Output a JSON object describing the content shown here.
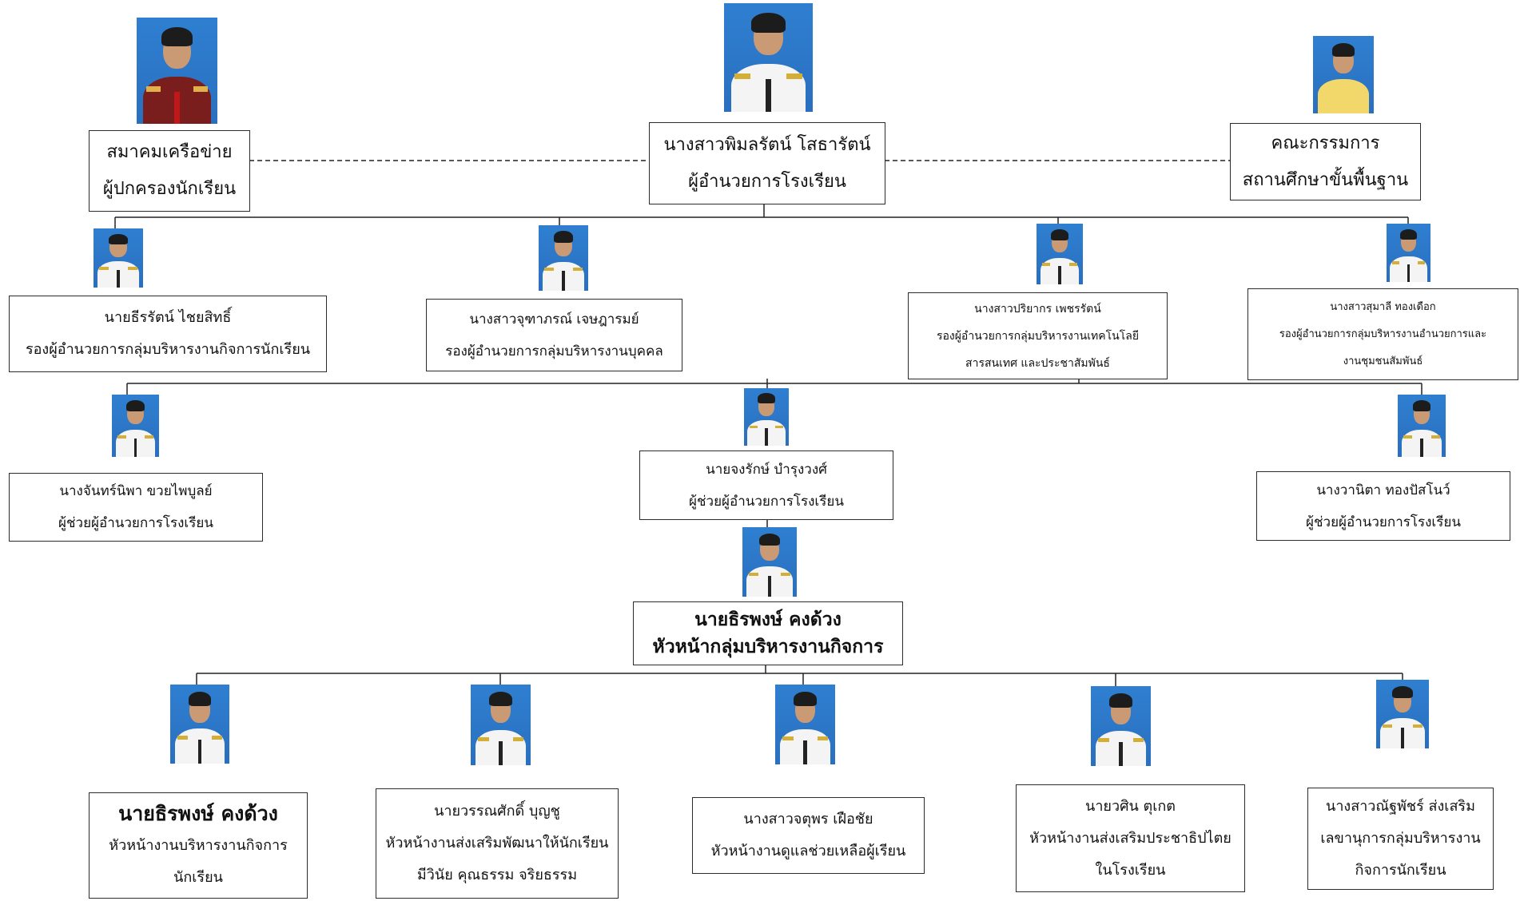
{
  "top": {
    "left": {
      "line1": "สมาคมเครือข่าย",
      "line2": "ผู้ปกครองนักเรียน"
    },
    "center": {
      "line1": "นางสาวพิมลรัตน์ โสธารัตน์",
      "line2": "ผู้อำนวยการโรงเรียน"
    },
    "right": {
      "line1": "คณะกรรมการ",
      "line2": "สถานศึกษาขั้นพื้นฐาน"
    }
  },
  "deputies": [
    {
      "name": "นายธีรรัตน์ ไชยสิทธิ์",
      "title1": "รองผู้อำนวยการกลุ่มบริหารงานกิจการนักเรียน"
    },
    {
      "name": "นางสาวจุฑาภรณ์ เจษฎารมย์",
      "title1": "รองผู้อำนวยการกลุ่มบริหารงานบุคคล"
    },
    {
      "name": "นางสาวปริยากร เพชรรัตน์",
      "title1": "รองผู้อำนวยการกลุ่มบริหารงานเทคโนโลยี",
      "title2": "สารสนเทศ และประชาสัมพันธ์"
    },
    {
      "name": "นางสาวสุมาลี ทองเดือก",
      "title1": "รองผู้อำนวยการกลุ่มบริหารงานอำนวยการและ",
      "title2": "งานชุมชนสัมพันธ์"
    }
  ],
  "assistants": [
    {
      "name": "นางจันทร์นิพา ขวยไพบูลย์",
      "title": "ผู้ช่วยผู้อำนวยการโรงเรียน"
    },
    {
      "name": "นายจงรักษ์ บำรุงวงศ์",
      "title": "ผู้ช่วยผู้อำนวยการโรงเรียน"
    },
    {
      "name": "นางวานิตา ทองปัสโนว์",
      "title": "ผู้ช่วยผู้อำนวยการโรงเรียน"
    }
  ],
  "group_head": {
    "name": "นายธิรพงษ์ คงด้วง",
    "title": "หัวหน้ากลุ่มบริหารงานกิจการ"
  },
  "staff": [
    {
      "name": "นายธิรพงษ์ คงด้วง",
      "line1": "หัวหน้างานบริหารงานกิจการ",
      "line2": "นักเรียน"
    },
    {
      "name": "นายวรรณศักดิ์ บุญชู",
      "line1": "หัวหน้างานส่งเสริมพัฒนาให้นักเรียน",
      "line2": "มีวินัย คุณธรรม จริยธรรม"
    },
    {
      "name": "นางสาวจตุพร เฝือชัย",
      "line1": "หัวหน้างานดูแลช่วยเหลือผู้เรียน"
    },
    {
      "name": "นายวศิน ตุเกต",
      "line1": "หัวหน้างานส่งเสริมประชาธิปไตย",
      "line2": "ในโรงเรียน"
    },
    {
      "name": "นางสาวณัฐพัชร์ ส่งเสริม",
      "line1": "เลขานุการกลุ่มบริหารงาน",
      "line2": "กิจการนักเรียน"
    }
  ]
}
